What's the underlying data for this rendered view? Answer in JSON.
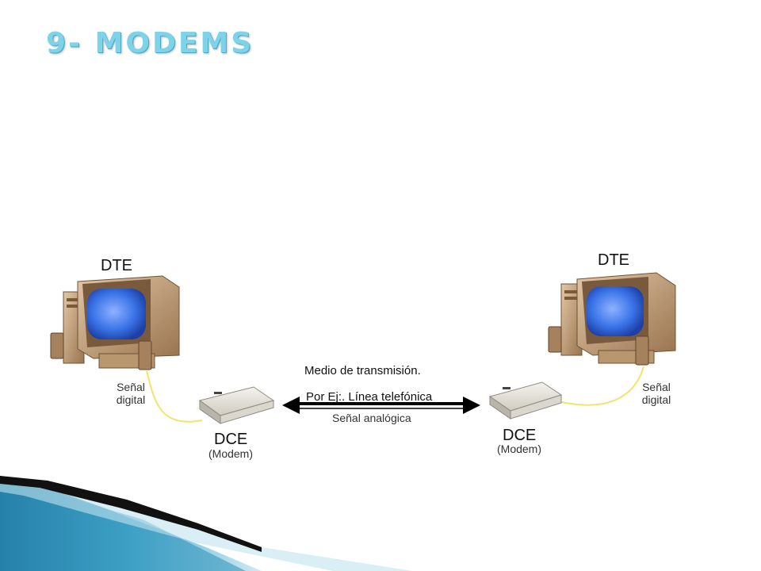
{
  "title": "9- MODEMS",
  "left": {
    "dte_label": "DTE",
    "signal_line1": "Señal",
    "signal_line2": "digital",
    "dce_label": "DCE",
    "dce_sub": "(Modem)"
  },
  "right": {
    "dte_label": "DTE",
    "signal_line1": "Señal",
    "signal_line2": "digital",
    "dce_label": "DCE",
    "dce_sub": "(Modem)"
  },
  "medium": {
    "line1": "Medio de transmisión.",
    "line2": "Por Ej:. Línea telefónica",
    "analog": "Señal analógica"
  },
  "colors": {
    "title": "#7fd3e8",
    "monitor_body": "#c9a27a",
    "screen": "#3b74e8",
    "cable": "#f2e36b",
    "modem": "#e8e6df",
    "deco_teal": "#2b8fb8"
  }
}
